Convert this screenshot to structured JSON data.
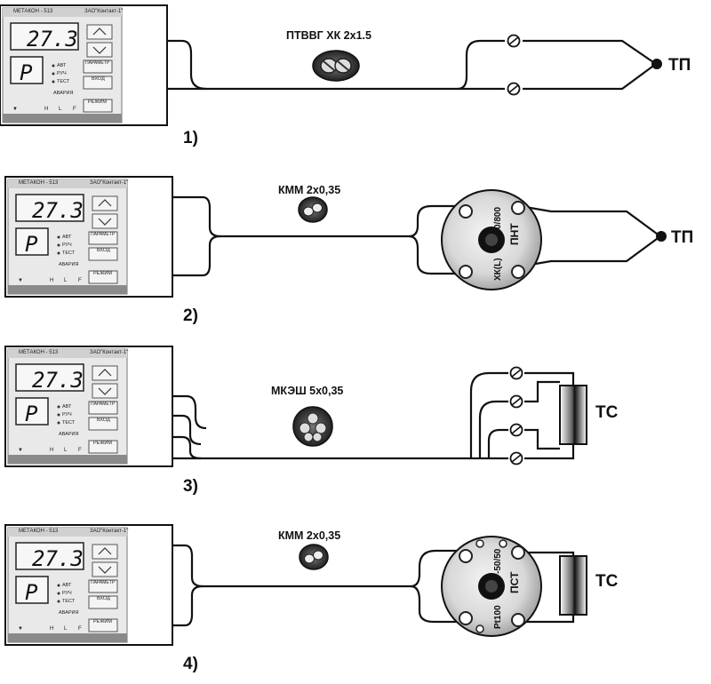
{
  "diagrams": [
    {
      "number": "1)",
      "device": {
        "brand": "МЕТАКОН - 513",
        "tag": "ЗАО\"Контакт-1\"",
        "display": "27.3",
        "subdisplay": "P",
        "indicators": [
          "АВТ",
          "РУЧ",
          "ТЕСТ",
          "АВАРИЯ"
        ],
        "buttons": [
          "ПАРАМЕТР",
          "ВХОД",
          "РЕЖИМ"
        ],
        "bottom_marks": [
          "▼",
          "Н",
          "L",
          "F"
        ]
      },
      "cable_label": "ПТВВГ ХК 2х1.5",
      "sensor_label": "ТП"
    },
    {
      "number": "2)",
      "device": {
        "brand": "МЕТАКОН - 513",
        "tag": "ЗАО\"Контакт-1\"",
        "display": "27.3",
        "subdisplay": "P",
        "indicators": [
          "АВТ",
          "РУЧ",
          "ТЕСТ",
          "АВАРИЯ"
        ],
        "buttons": [
          "ПАРАМЕТР",
          "ВХОД",
          "РЕЖИМ"
        ],
        "bottom_marks": [
          "▼",
          "Н",
          "L",
          "F"
        ]
      },
      "cable_label": "КММ 2х0,35",
      "converter": {
        "model": "ПНТ",
        "range": "0/800",
        "type": "ХК(L)"
      },
      "sensor_label": "ТП"
    },
    {
      "number": "3)",
      "device": {
        "brand": "МЕТАКОН - 513",
        "tag": "ЗАО\"Контакт-1\"",
        "display": "27.3",
        "subdisplay": "P",
        "indicators": [
          "АВТ",
          "РУЧ",
          "ТЕСТ",
          "АВАРИЯ"
        ],
        "buttons": [
          "ПАРАМЕТР",
          "ВХОД",
          "РЕЖИМ"
        ],
        "bottom_marks": [
          "▼",
          "Н",
          "L",
          "F"
        ]
      },
      "cable_label": "МКЭШ 5х0,35",
      "sensor_label": "ТС"
    },
    {
      "number": "4)",
      "device": {
        "brand": "МЕТАКОН - 513",
        "tag": "ЗАО\"Контакт-1\"",
        "display": "27.3",
        "subdisplay": "P",
        "indicators": [
          "АВТ",
          "РУЧ",
          "ТЕСТ",
          "АВАРИЯ"
        ],
        "buttons": [
          "ПАРАМЕТР",
          "ВХОД",
          "РЕЖИМ"
        ],
        "bottom_marks": [
          "▼",
          "Н",
          "L",
          "F"
        ]
      },
      "cable_label": "КММ 2х0,35",
      "converter": {
        "model": "ПСТ",
        "range": "-50/50",
        "type": "Pt100"
      },
      "sensor_label": "ТС"
    }
  ]
}
